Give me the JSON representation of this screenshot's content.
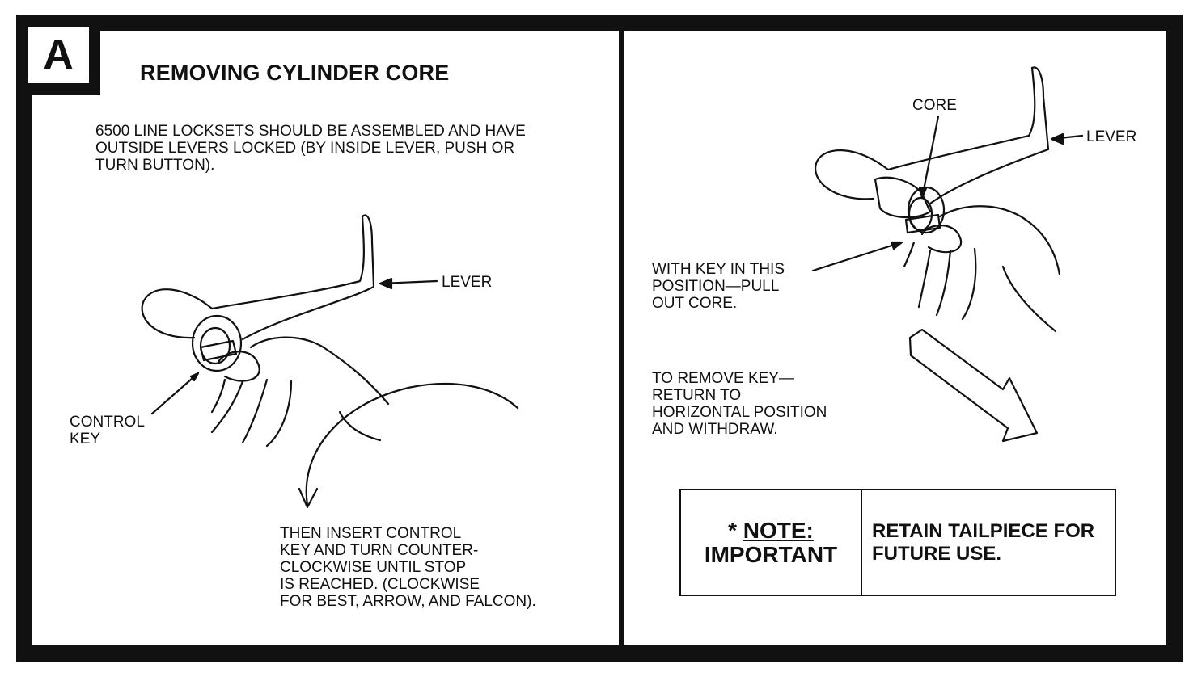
{
  "section_letter": "A",
  "title": "REMOVING CYLINDER CORE",
  "left": {
    "intro": "6500 LINE LOCKSETS SHOULD BE ASSEMBLED AND HAVE\nOUTSIDE LEVERS LOCKED (BY INSIDE LEVER, PUSH OR\nTURN BUTTON).",
    "lever_label": "LEVER",
    "control_key_label": "CONTROL\nKEY",
    "instruction": "THEN INSERT CONTROL\nKEY AND TURN COUNTER-\nCLOCKWISE UNTIL STOP\nIS REACHED. (CLOCKWISE\nFOR BEST, ARROW, AND FALCON)."
  },
  "right": {
    "core_label": "CORE",
    "lever_label": "LEVER",
    "pull_instruction": "WITH KEY IN THIS\nPOSITION—PULL\nOUT CORE.",
    "remove_instruction": "TO REMOVE KEY—\nRETURN TO\nHORIZONTAL POSITION\nAND WITHDRAW."
  },
  "note": {
    "star": "*",
    "label_1": "NOTE:",
    "label_2": "IMPORTANT",
    "text": "RETAIN TAILPIECE FOR\nFUTURE USE."
  }
}
